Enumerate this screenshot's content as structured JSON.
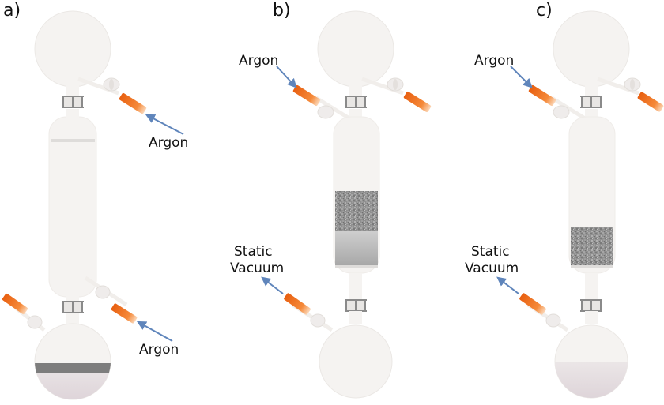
{
  "panels": [
    {
      "label": "a)",
      "labels": {
        "top_gas": "Argon",
        "bottom_gas": "Argon"
      }
    },
    {
      "label": "b)",
      "labels": {
        "top_gas": "Argon",
        "bottom_line1": "Static",
        "bottom_line2": "Vacuum"
      }
    },
    {
      "label": "c)",
      "labels": {
        "top_gas": "Argon",
        "bottom_line1": "Static",
        "bottom_line2": "Vacuum"
      }
    }
  ],
  "colors": {
    "glass": "#f5f3f1",
    "glass_edge": "#ebe8e5",
    "tubing_orange": "#f0701e",
    "arrow_blue": "#5f85bb",
    "clamp_gray": "#8a8a8a",
    "granular_dark": "#8f8f8f",
    "liquid_pink": "#e4dde0",
    "dark_band": "#7d7d7d"
  },
  "icons": [
    "tubing-icon",
    "stopcock-icon",
    "joint-clip-icon",
    "arrow-icon"
  ]
}
